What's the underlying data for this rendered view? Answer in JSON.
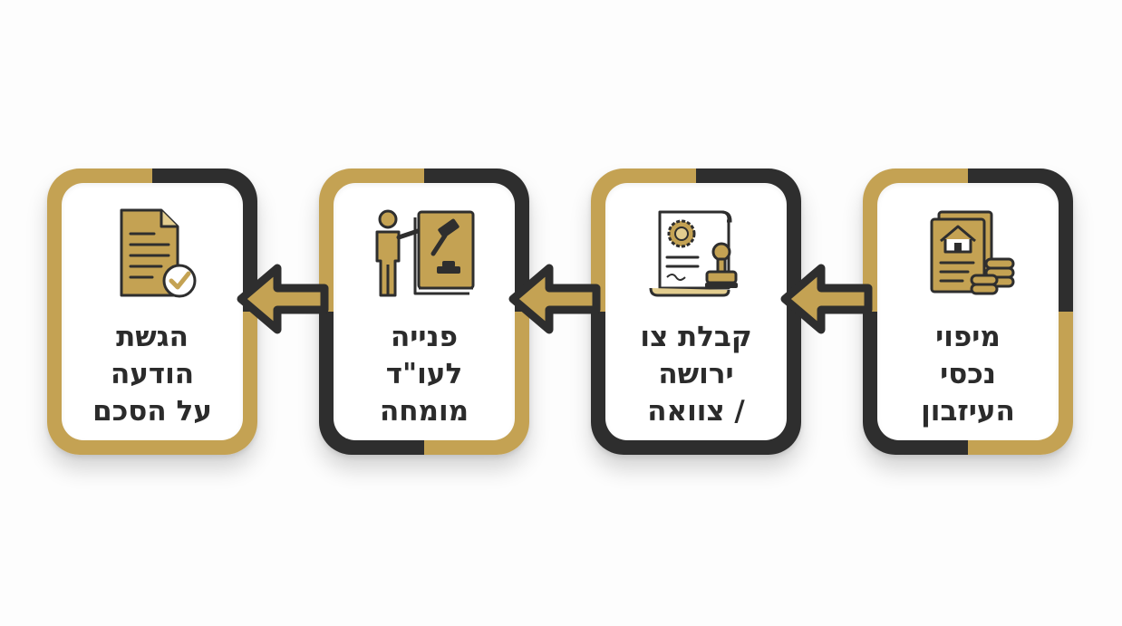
{
  "colors": {
    "gold": "#C4A253",
    "dark": "#2E2E2E",
    "card": "#FFFFFF"
  },
  "steps": [
    {
      "lines": [
        "מיפוי",
        "נכסי",
        "העיזבון"
      ],
      "icon": "property-document-coins-icon"
    },
    {
      "lines": [
        "קבלת צו",
        "ירושה",
        "/ צוואה"
      ],
      "icon": "certificate-stamp-icon"
    },
    {
      "lines": [
        "פנייה",
        "לעו\"ד",
        "מומחה"
      ],
      "icon": "lawyer-presenting-gavel-book-icon"
    },
    {
      "lines": [
        "הגשת",
        "הודעה",
        "על הסכם"
      ],
      "icon": "document-checkmark-icon"
    }
  ]
}
